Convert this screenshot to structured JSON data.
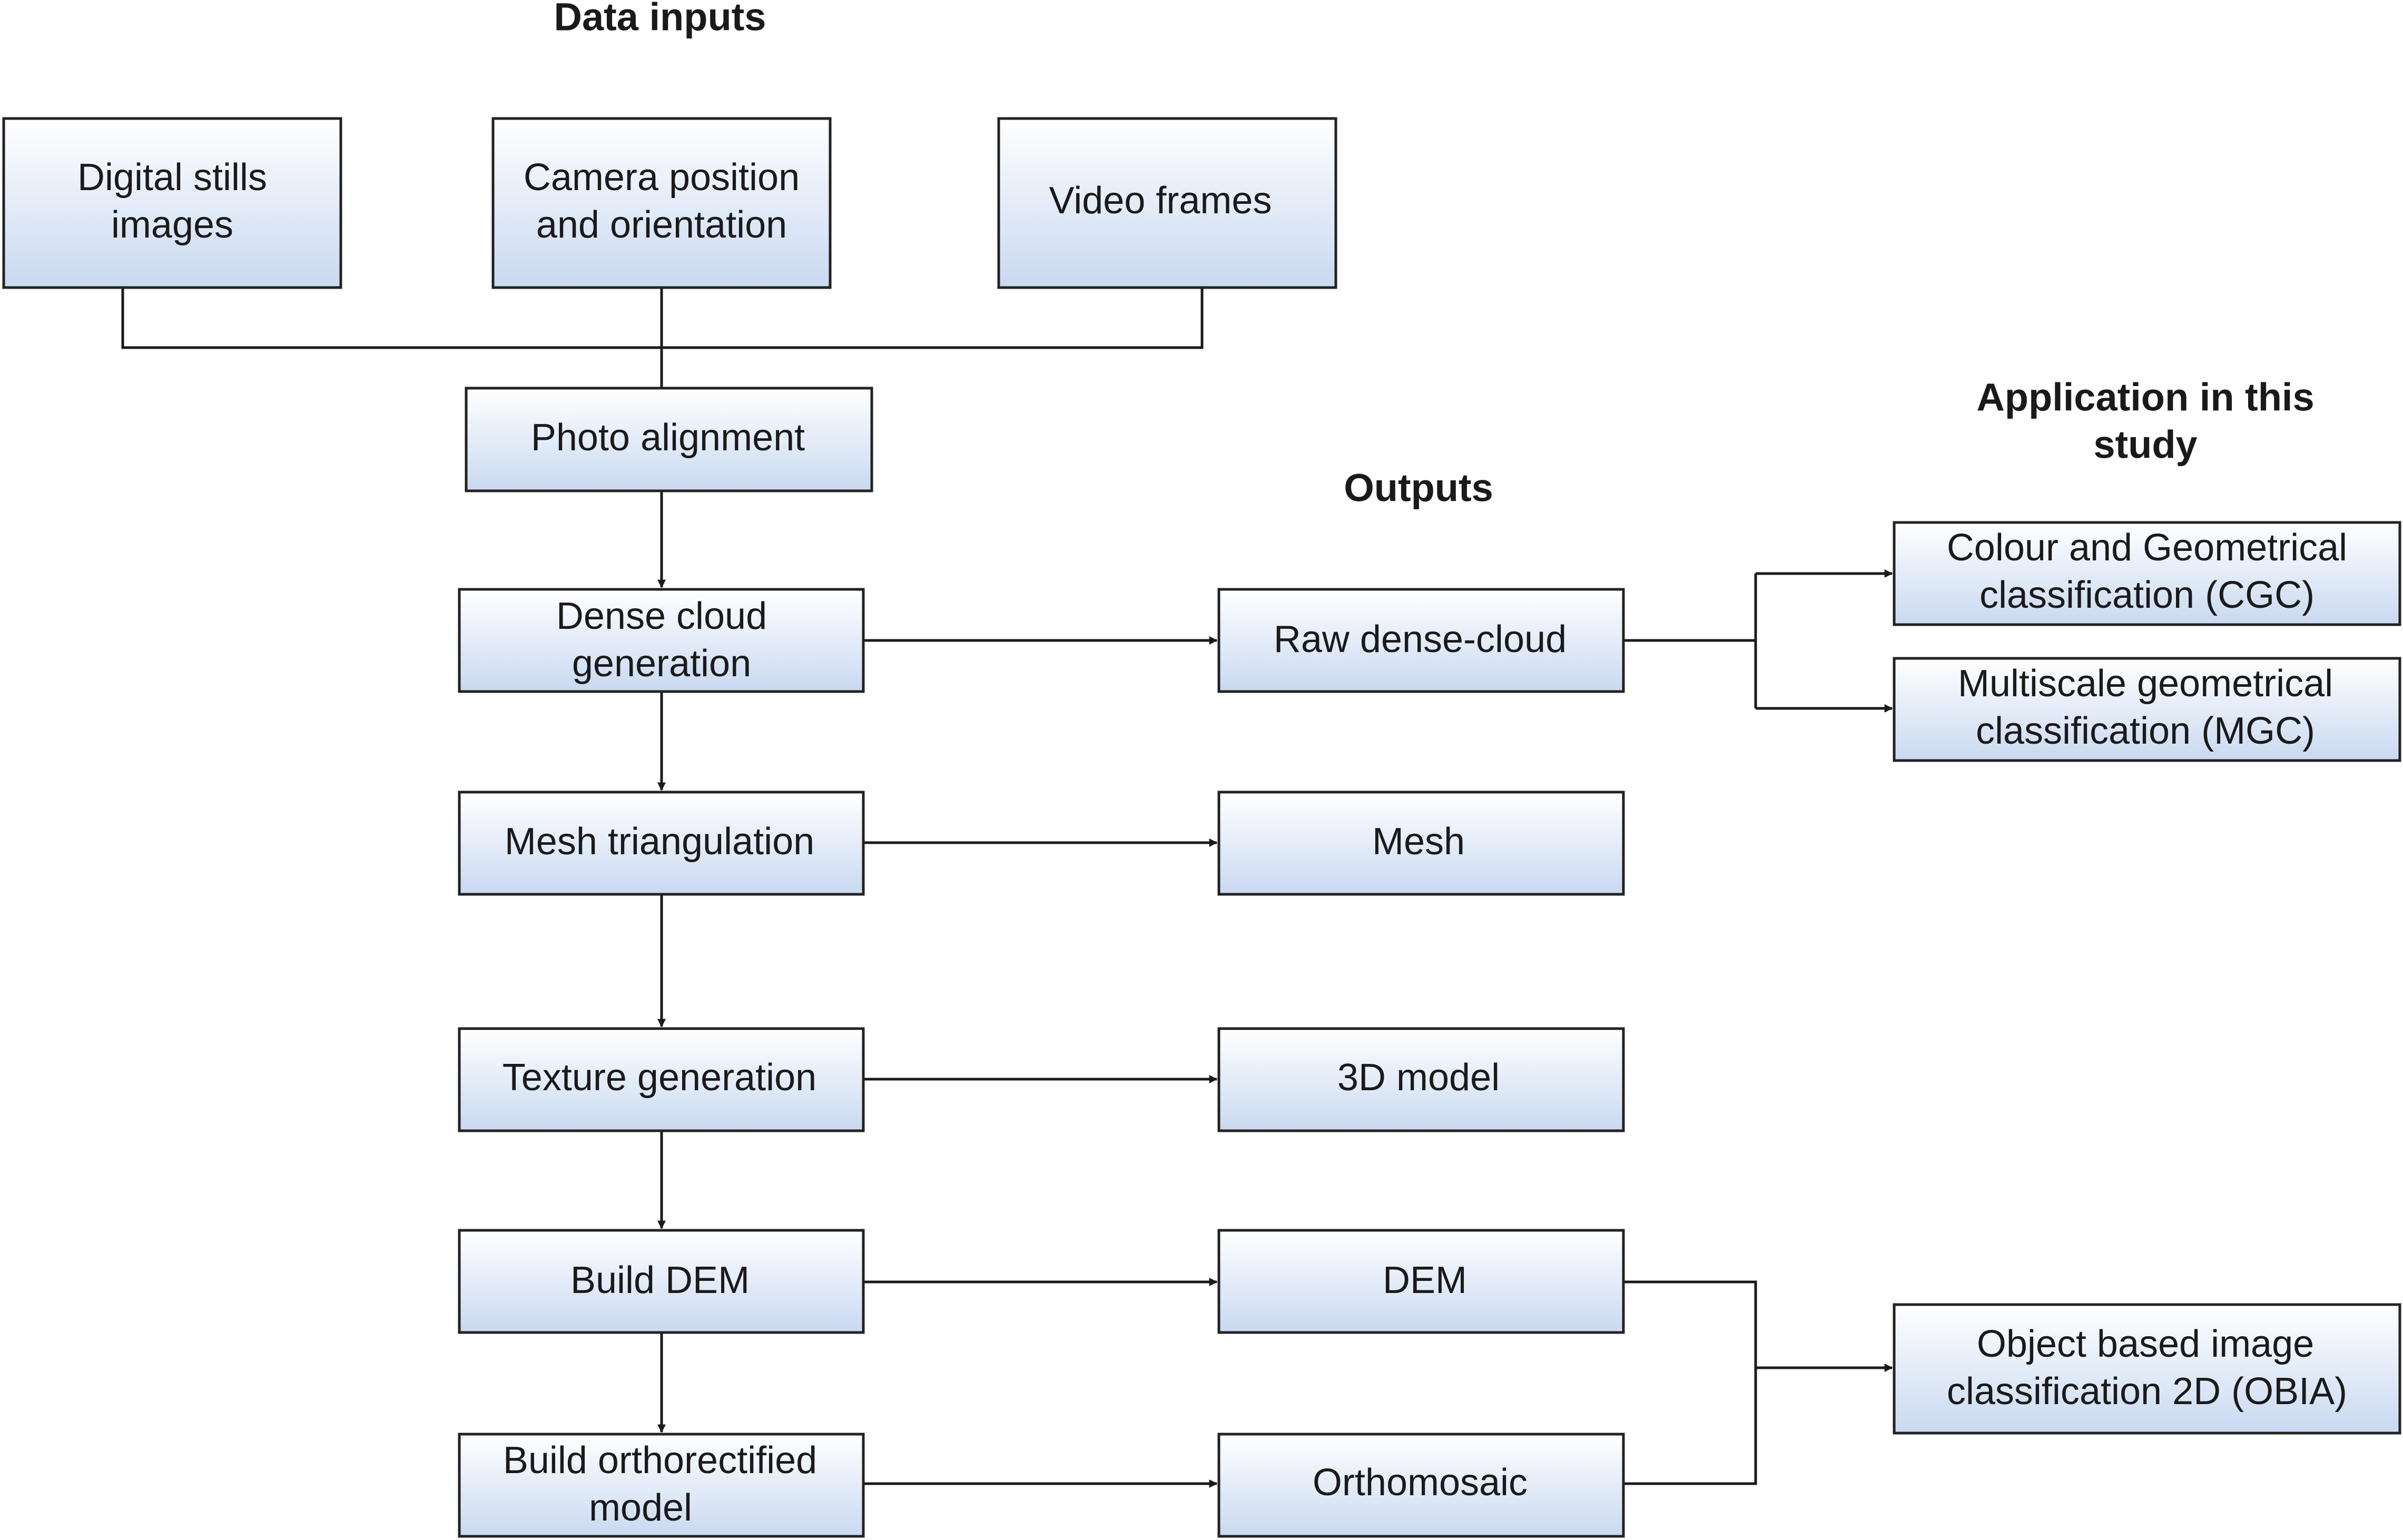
{
  "headings": {
    "data_inputs": "Data inputs",
    "outputs": "Outputs",
    "application": [
      "Application in this",
      "study"
    ]
  },
  "nodes": {
    "digital_stills": [
      "Digital stills",
      "images"
    ],
    "camera_position": [
      "Camera position",
      "and orientation"
    ],
    "video_frames": [
      "Video frames"
    ],
    "photo_alignment": [
      "Photo alignment"
    ],
    "dense_cloud": [
      "Dense cloud",
      "generation"
    ],
    "mesh_triangulation": [
      "Mesh triangulation"
    ],
    "texture_generation": [
      "Texture generation"
    ],
    "build_dem": [
      "Build DEM"
    ],
    "build_ortho": [
      "Build orthorectified",
      "model"
    ],
    "raw_dense_cloud": [
      "Raw dense-cloud"
    ],
    "mesh": [
      "Mesh"
    ],
    "model_3d": [
      "3D model"
    ],
    "dem": [
      "DEM"
    ],
    "orthomosaic": [
      "Orthomosaic"
    ],
    "cgc": [
      "Colour and Geometrical",
      "classification (CGC)"
    ],
    "mgc": [
      "Multiscale geometrical",
      "classification (MGC)"
    ],
    "obia": [
      "Object based image",
      "classification 2D (OBIA)"
    ]
  },
  "colors": {
    "box_top": "#ffffff",
    "box_bottom": "#c9d9f1",
    "line": "#1a1a1a"
  }
}
